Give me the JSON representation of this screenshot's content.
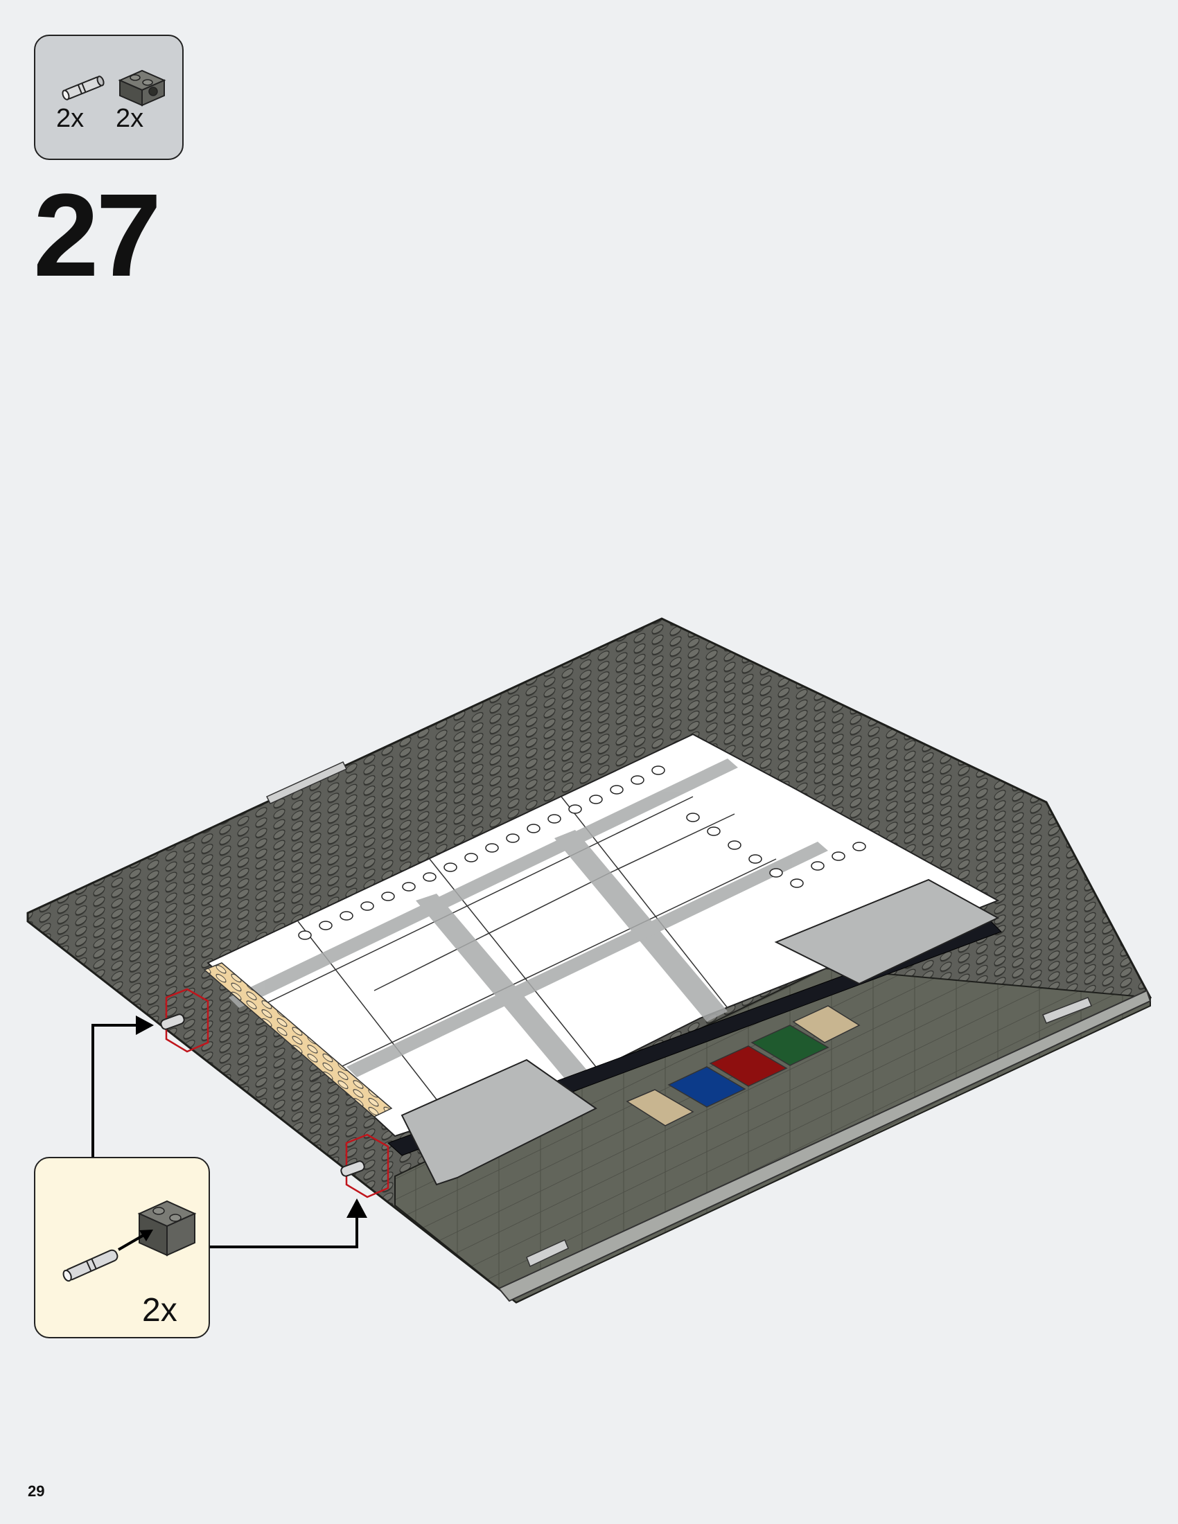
{
  "step": {
    "number": "27"
  },
  "parts_list": {
    "items": [
      {
        "name": "technic-pin-icon",
        "qty": "2x"
      },
      {
        "name": "technic-brick-1x2-icon",
        "qty": "2x",
        "color": "#6b6c66"
      }
    ]
  },
  "subassembly": {
    "qty": "2x"
  },
  "page": {
    "number": "29"
  },
  "colors": {
    "background": "#eef0f2",
    "parts_callout": "#cdd0d3",
    "subassembly_callout": "#fdf6df",
    "dark_bluish_gray": "#5e5f5a",
    "highlight_red": "#c0151c"
  }
}
